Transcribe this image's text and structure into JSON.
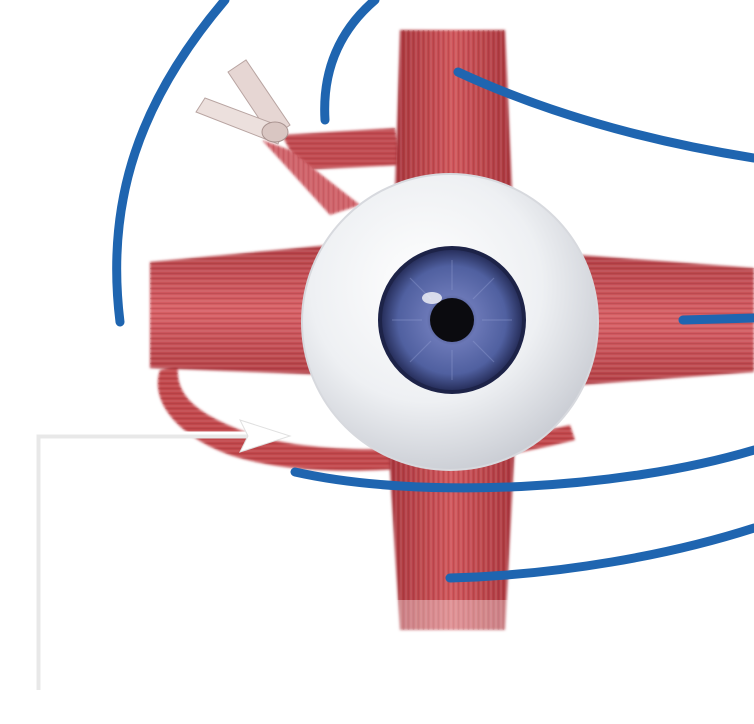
{
  "diagram": {
    "subject": "eye-with-extraocular-muscles",
    "muscles": [
      {
        "name": "superior-rectus",
        "kind": "muscle"
      },
      {
        "name": "inferior-rectus",
        "kind": "muscle"
      },
      {
        "name": "medial-rectus",
        "kind": "muscle"
      },
      {
        "name": "lateral-rectus",
        "kind": "muscle"
      },
      {
        "name": "superior-oblique",
        "kind": "muscle"
      },
      {
        "name": "inferior-oblique",
        "kind": "muscle"
      }
    ],
    "label_lines": 6,
    "pointer_arrow": "white-elbow-arrow"
  },
  "colors": {
    "background": "#ffffff",
    "muscle": "#c4474e",
    "muscle_dark": "#9e2f37",
    "muscle_light": "#e79a9a",
    "sclera": "#f3f4f6",
    "iris": "#5a6ba8",
    "iris_dark": "#2d3566",
    "pupil": "#0b0b0f",
    "leader_line": "#1f65b0",
    "arrow": "#ffffff",
    "tendon": "#e8d8d6"
  }
}
